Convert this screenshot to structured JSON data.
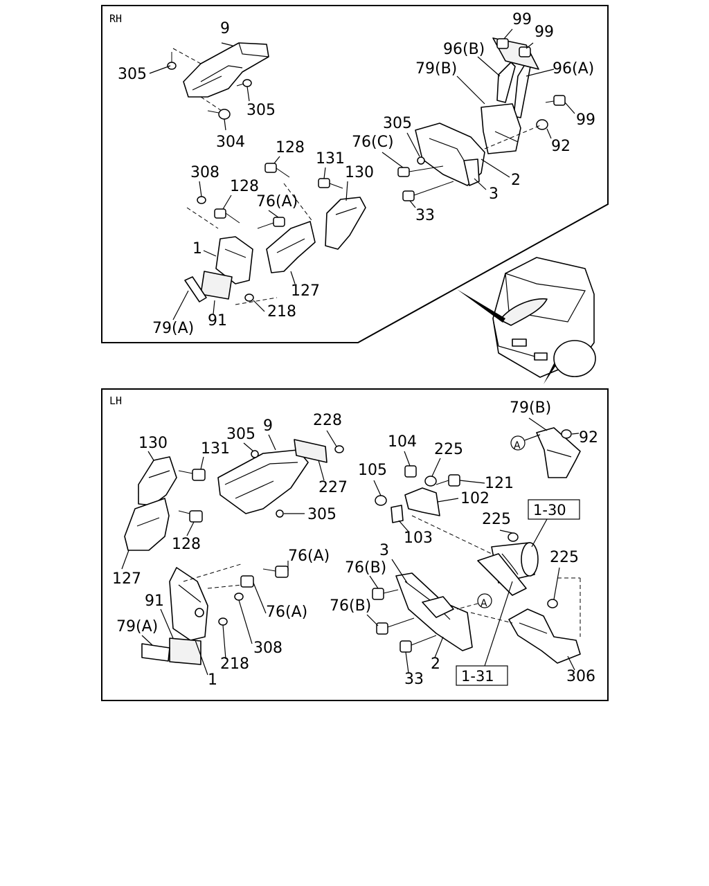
{
  "rh_panel": {
    "tag": "RH",
    "labels": [
      "9",
      "305",
      "305",
      "304",
      "99",
      "99",
      "96(B)",
      "96(A)",
      "79(B)",
      "99",
      "305",
      "92",
      "76(C)",
      "2",
      "3",
      "33",
      "128",
      "131",
      "130",
      "308",
      "128",
      "76(A)",
      "1",
      "127",
      "91",
      "79(A)",
      "218"
    ]
  },
  "lh_panel": {
    "tag": "LH",
    "labels": [
      "79(B)",
      "92",
      "130",
      "131",
      "305",
      "9",
      "228",
      "227",
      "305",
      "128",
      "127",
      "104",
      "225",
      "105",
      "121",
      "102",
      "103",
      "225",
      "76(A)",
      "3",
      "76(B)",
      "76(A)",
      "91",
      "79(A)",
      "308",
      "218",
      "1",
      "76(B)",
      "33",
      "2",
      "225",
      "306"
    ],
    "callout_a": "A",
    "ref_boxes": [
      "1-30",
      "1-31"
    ]
  }
}
